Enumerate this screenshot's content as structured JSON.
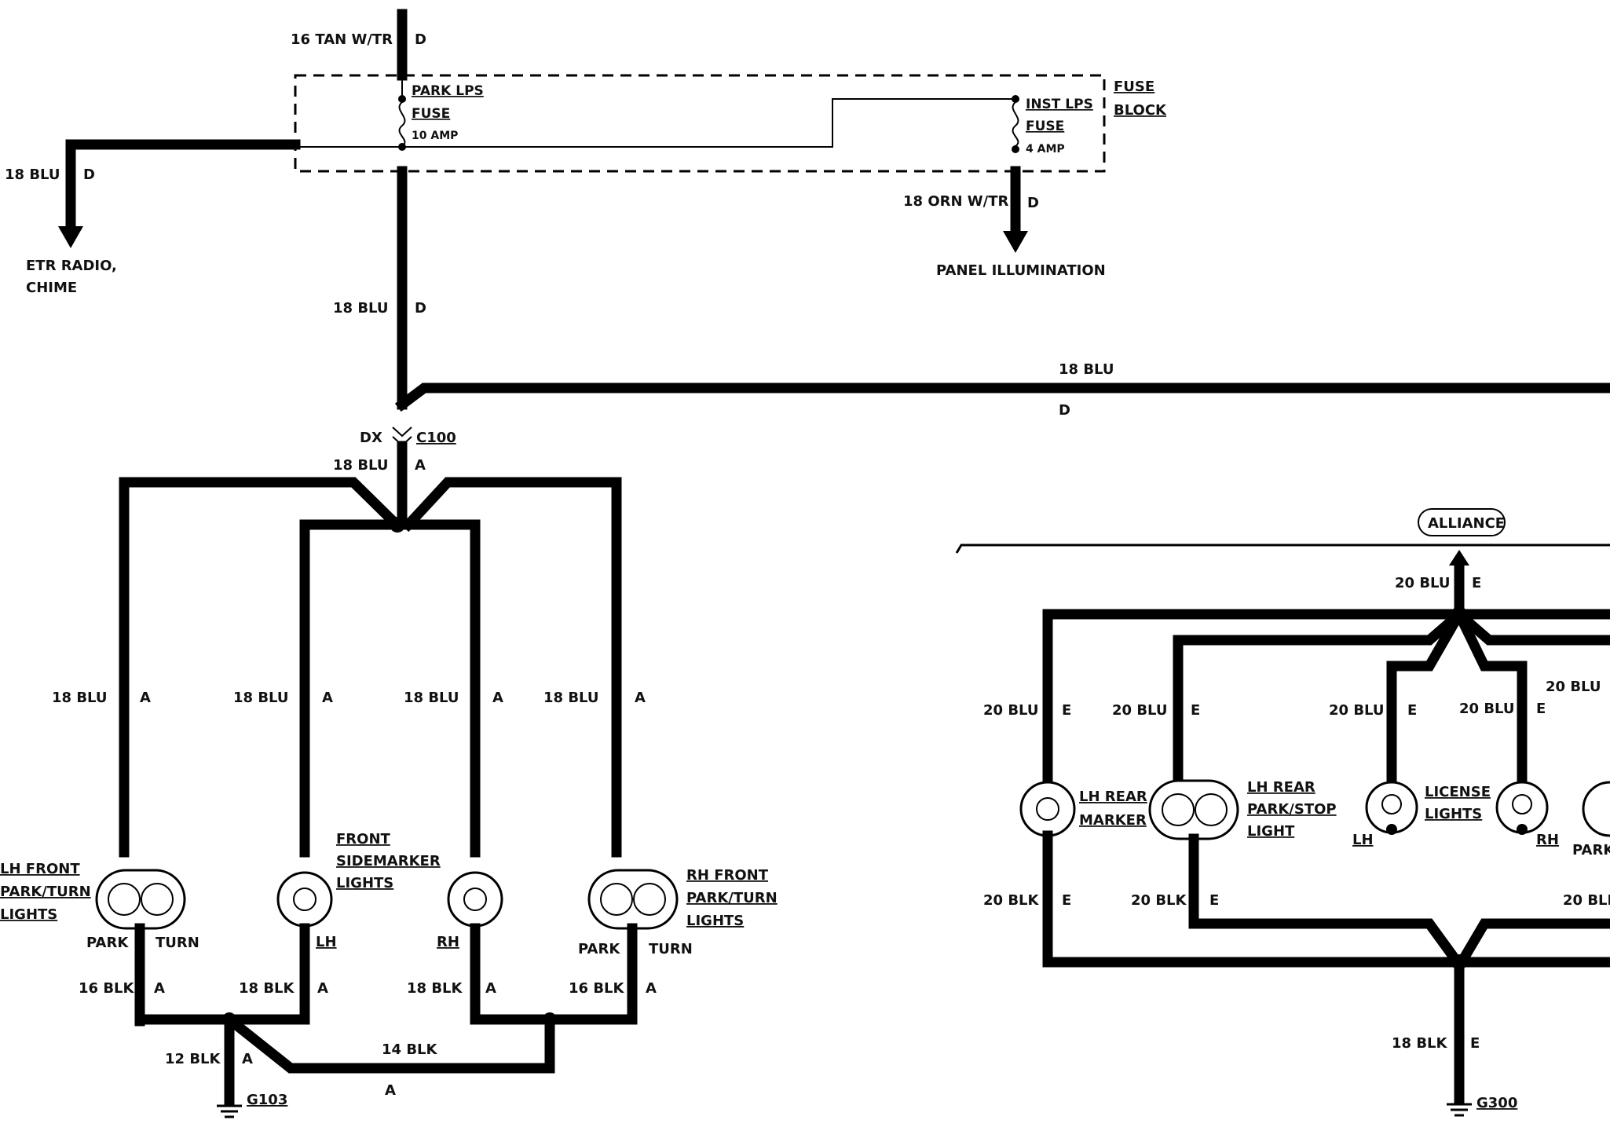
{
  "fuse_block": {
    "title_line1": "FUSE",
    "title_line2": "BLOCK",
    "park_fuse": {
      "name": "PARK LPS",
      "type": "FUSE",
      "rating": "10 AMP"
    },
    "inst_fuse": {
      "name": "INST LPS",
      "type": "FUSE",
      "rating": "4 AMP"
    }
  },
  "wires": {
    "feed": "16 TAN W/TR",
    "feed_code": "D",
    "etr_wire": "18 BLU",
    "etr_code": "D",
    "panel_wire": "18 ORN W/TR",
    "panel_code": "D",
    "main_wire": "18 BLU",
    "main_code": "D",
    "rear_run_wire": "18 BLU",
    "rear_run_code": "D",
    "after_c100_wire": "18 BLU",
    "after_c100_code": "A",
    "front_branch_wire": "18 BLU",
    "front_branch_code": "A",
    "gnd_16": "16 BLK",
    "gnd_18": "18 BLK",
    "gnd_12": "12 BLK",
    "gnd_14": "14 BLK",
    "gnd_code": "A",
    "rear_feed": "20 BLU",
    "rear_code": "E",
    "rear_gnd": "20 BLK",
    "rear_main_gnd": "18 BLK"
  },
  "destinations": {
    "etr_line1": "ETR RADIO,",
    "etr_line2": "CHIME",
    "panel": "PANEL ILLUMINATION"
  },
  "connectors": {
    "c100_left": "DX",
    "c100": "C100",
    "g103": "G103",
    "g300": "G300"
  },
  "components": {
    "lh_front": [
      "LH FRONT",
      "PARK/TURN",
      "LIGHTS"
    ],
    "front_side": [
      "FRONT",
      "SIDEMARKER",
      "LIGHTS"
    ],
    "rh_front": [
      "RH FRONT",
      "PARK/TURN",
      "LIGHTS"
    ],
    "park": "PARK",
    "turn": "TURN",
    "lh": "LH",
    "rh": "RH",
    "lh_rear_marker": [
      "LH REAR",
      "MARKER"
    ],
    "lh_rear_park": [
      "LH REAR",
      "PARK/STOP",
      "LIGHT"
    ],
    "license": [
      "LICENSE",
      "LIGHTS"
    ],
    "park_cut": "PARK"
  },
  "variant": "ALLIANCE"
}
